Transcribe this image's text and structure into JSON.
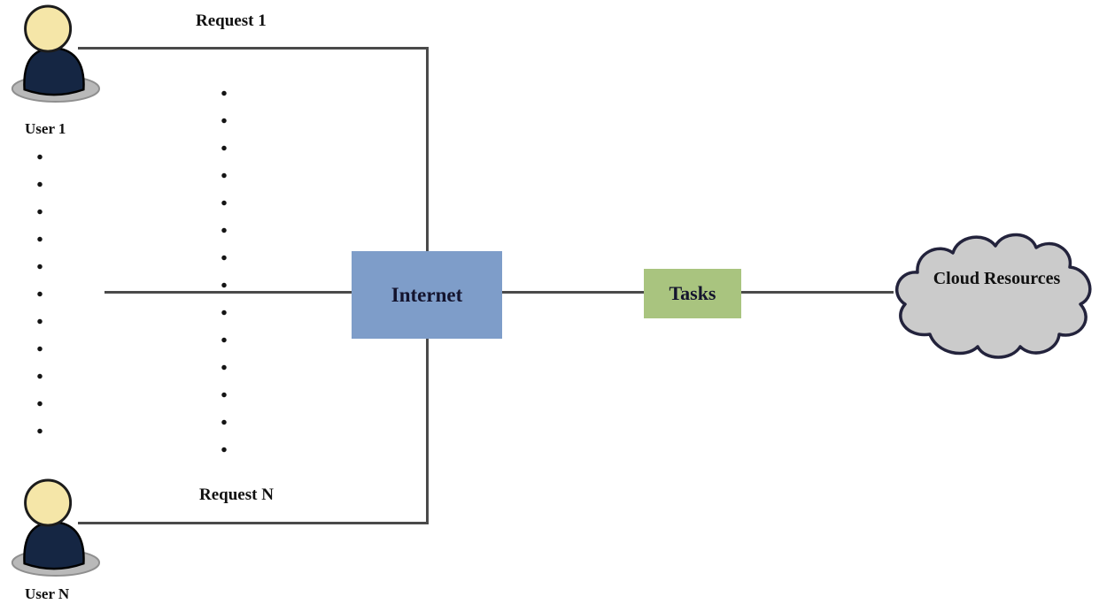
{
  "diagram": {
    "users": [
      {
        "label": "User 1"
      },
      {
        "label": "User N"
      }
    ],
    "requests": [
      {
        "label": "Request 1"
      },
      {
        "label": "Request N"
      }
    ],
    "nodes": {
      "internet": {
        "label": "Internet",
        "color": "#7E9DC9"
      },
      "tasks": {
        "label": "Tasks",
        "color": "#A9C47F"
      },
      "cloud": {
        "label": "Cloud Resources",
        "fill": "#CBCBCB",
        "outline": "#23233C"
      }
    },
    "connector_color": "#4A4A4A"
  }
}
